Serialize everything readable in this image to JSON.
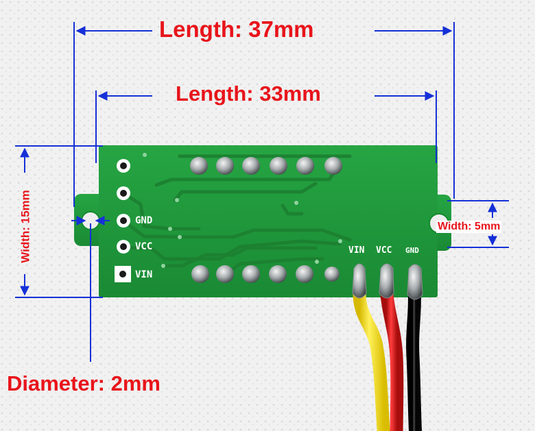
{
  "annotations": {
    "length_outer": "Length: 37mm",
    "length_inner": "Length: 33mm",
    "width_left": "Width: 15mm",
    "width_right": "Width: 5mm",
    "diameter": "Diameter: 2mm"
  },
  "pcb_labels": {
    "gnd_left": "GND",
    "vcc_left": "VCC",
    "vin_left": "VIN",
    "vin_wire": "VIN",
    "vcc_wire": "VCC",
    "gnd_wire": "GND"
  },
  "colors": {
    "annotation_text": "#e8141b",
    "dimension_line": "#1630d8",
    "pcb": "#1f9a3a",
    "wire_yellow": "#ffe000",
    "wire_red": "#d81414",
    "wire_black": "#1a1a1a"
  }
}
